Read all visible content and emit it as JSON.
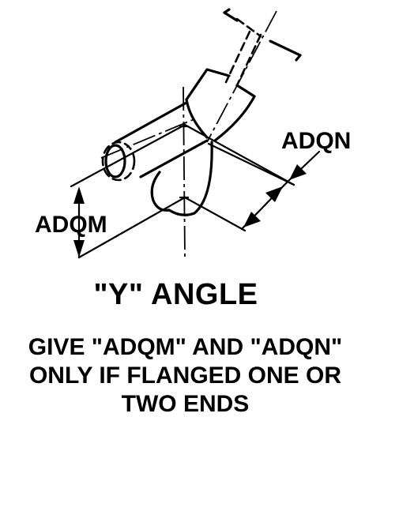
{
  "figure": {
    "labels": {
      "dimension_left": "ADQM",
      "dimension_right": "ADQN"
    },
    "title": "\"Y\" ANGLE",
    "note_lines": [
      "GIVE \"ADQM\" AND \"ADQN\"",
      "ONLY IF FLANGED ONE OR",
      "TWO ENDS"
    ]
  }
}
